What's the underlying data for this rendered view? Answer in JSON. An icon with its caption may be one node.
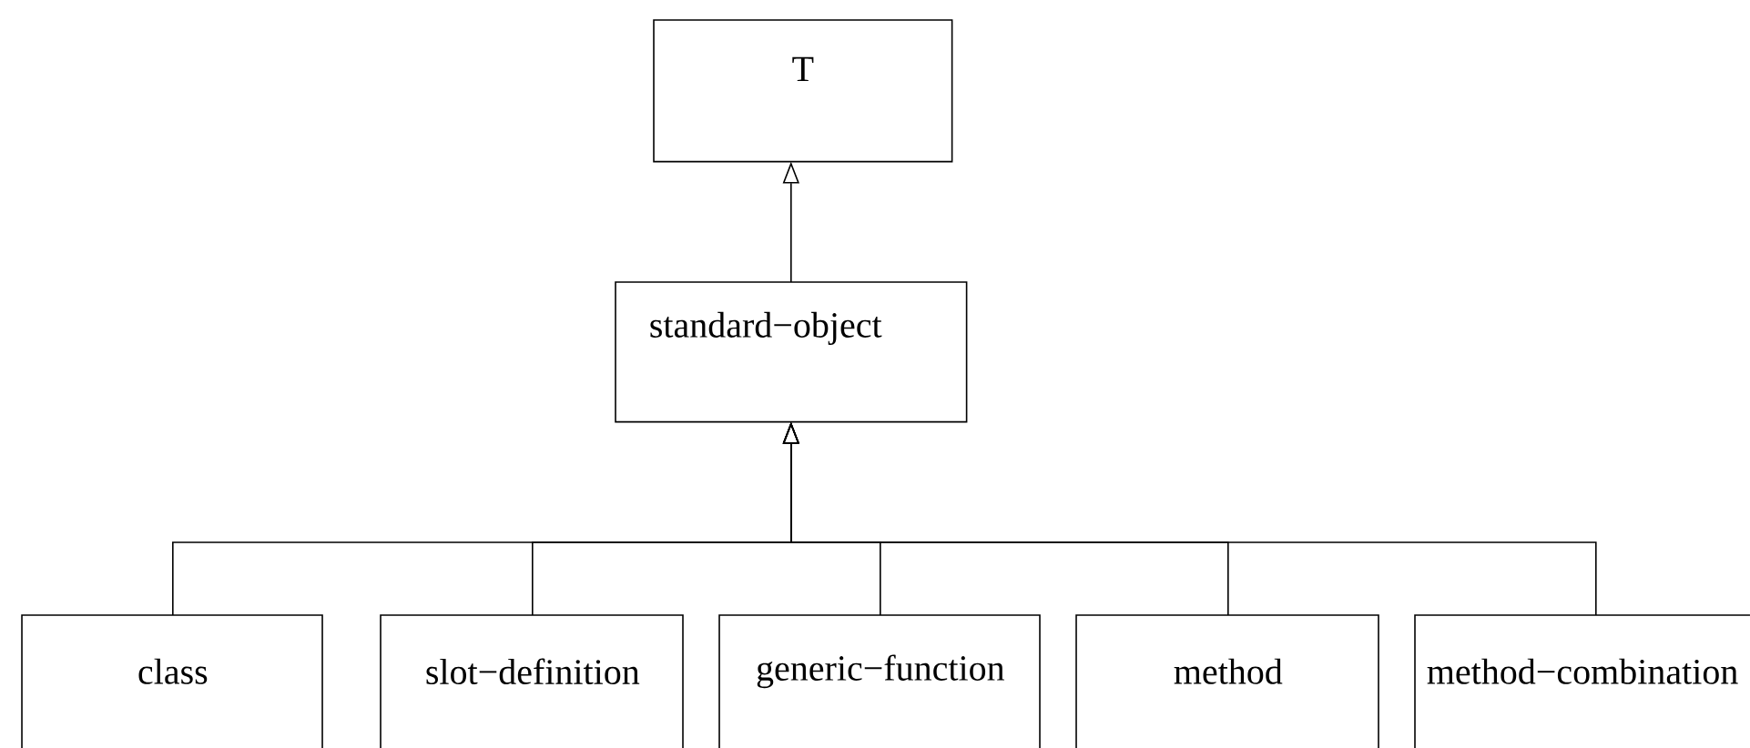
{
  "diagram": {
    "nodes": [
      {
        "text": [
          "T"
        ]
      },
      {
        "text": [
          "standard−object"
        ]
      },
      {
        "text": [
          "class"
        ]
      },
      {
        "text": [
          "slot−definition"
        ]
      },
      {
        "text": [
          "generic−function"
        ]
      },
      {
        "text": [
          "method"
        ]
      },
      {
        "text": [
          "method−combination"
        ]
      }
    ],
    "edges": [
      {
        "from": 1,
        "to": 0,
        "arrow": "to"
      },
      {
        "from": 2,
        "to": 1,
        "arrow": "to"
      },
      {
        "from": 3,
        "to": 1,
        "arrow": "to"
      },
      {
        "from": 4,
        "to": 1,
        "arrow": "to"
      },
      {
        "from": 5,
        "to": 1,
        "arrow": "to"
      },
      {
        "from": 6,
        "to": 1,
        "arrow": "to"
      }
    ]
  }
}
